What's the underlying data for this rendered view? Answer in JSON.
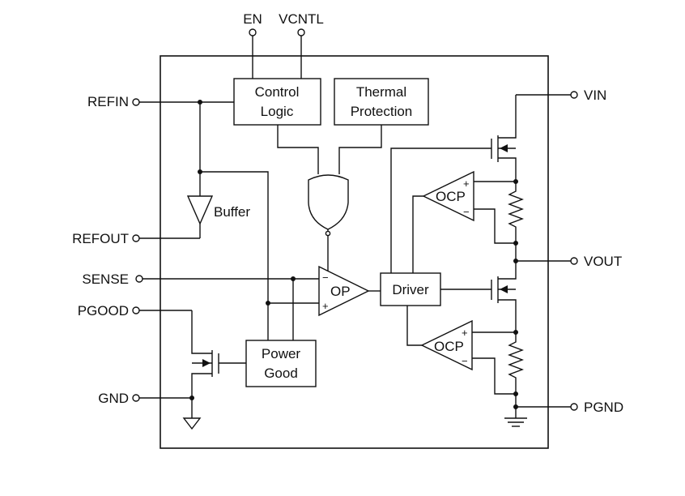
{
  "pins": {
    "en": "EN",
    "vcntl": "VCNTL",
    "refin": "REFIN",
    "refout": "REFOUT",
    "sense": "SENSE",
    "pgood": "PGOOD",
    "gnd": "GND",
    "vin": "VIN",
    "vout": "VOUT",
    "pgnd": "PGND"
  },
  "blocks": {
    "control_logic": [
      "Control",
      "Logic"
    ],
    "thermal_protection": [
      "Thermal",
      "Protection"
    ],
    "buffer": "Buffer",
    "op": "OP",
    "driver": "Driver",
    "power_good": [
      "Power",
      "Good"
    ],
    "ocp": "OCP"
  },
  "signs": {
    "plus": "+",
    "minus": "−"
  }
}
